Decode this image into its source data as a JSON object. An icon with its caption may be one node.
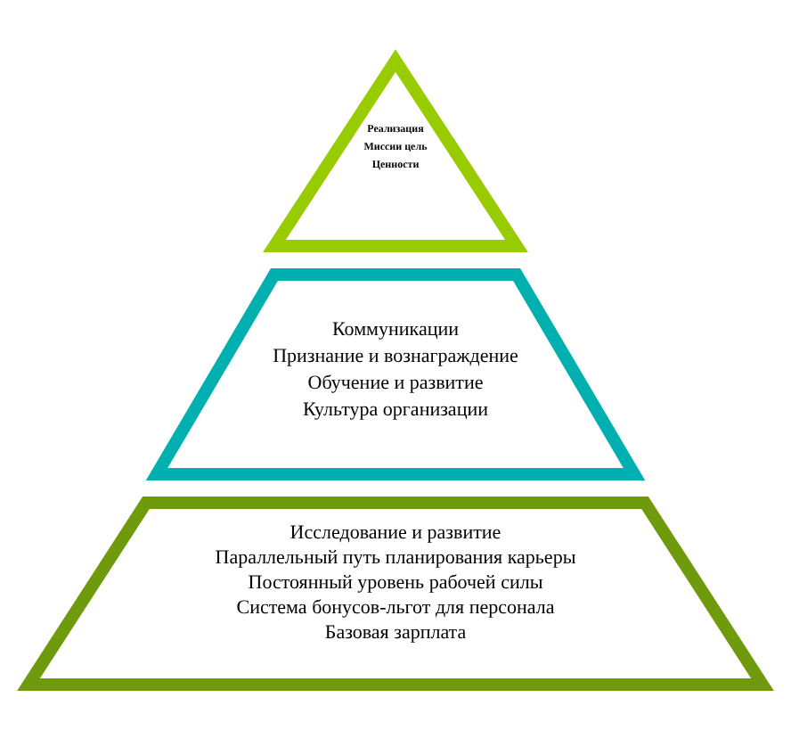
{
  "diagram": {
    "nodes": [
      {
        "text": [
          "Реализация Миссии цель Ценности"
        ]
      },
      {
        "text": [
          "Коммуникации",
          "Признание и вознаграждение",
          "Обучение и развитие",
          "Культура организации"
        ]
      },
      {
        "text": [
          "Исследование и развитие",
          "Параллельный путь планирования карьеры",
          "Постоянный уровень рабочей силы",
          "Система бонусов-льгот для персонала",
          "Базовая зарплата"
        ]
      }
    ]
  }
}
